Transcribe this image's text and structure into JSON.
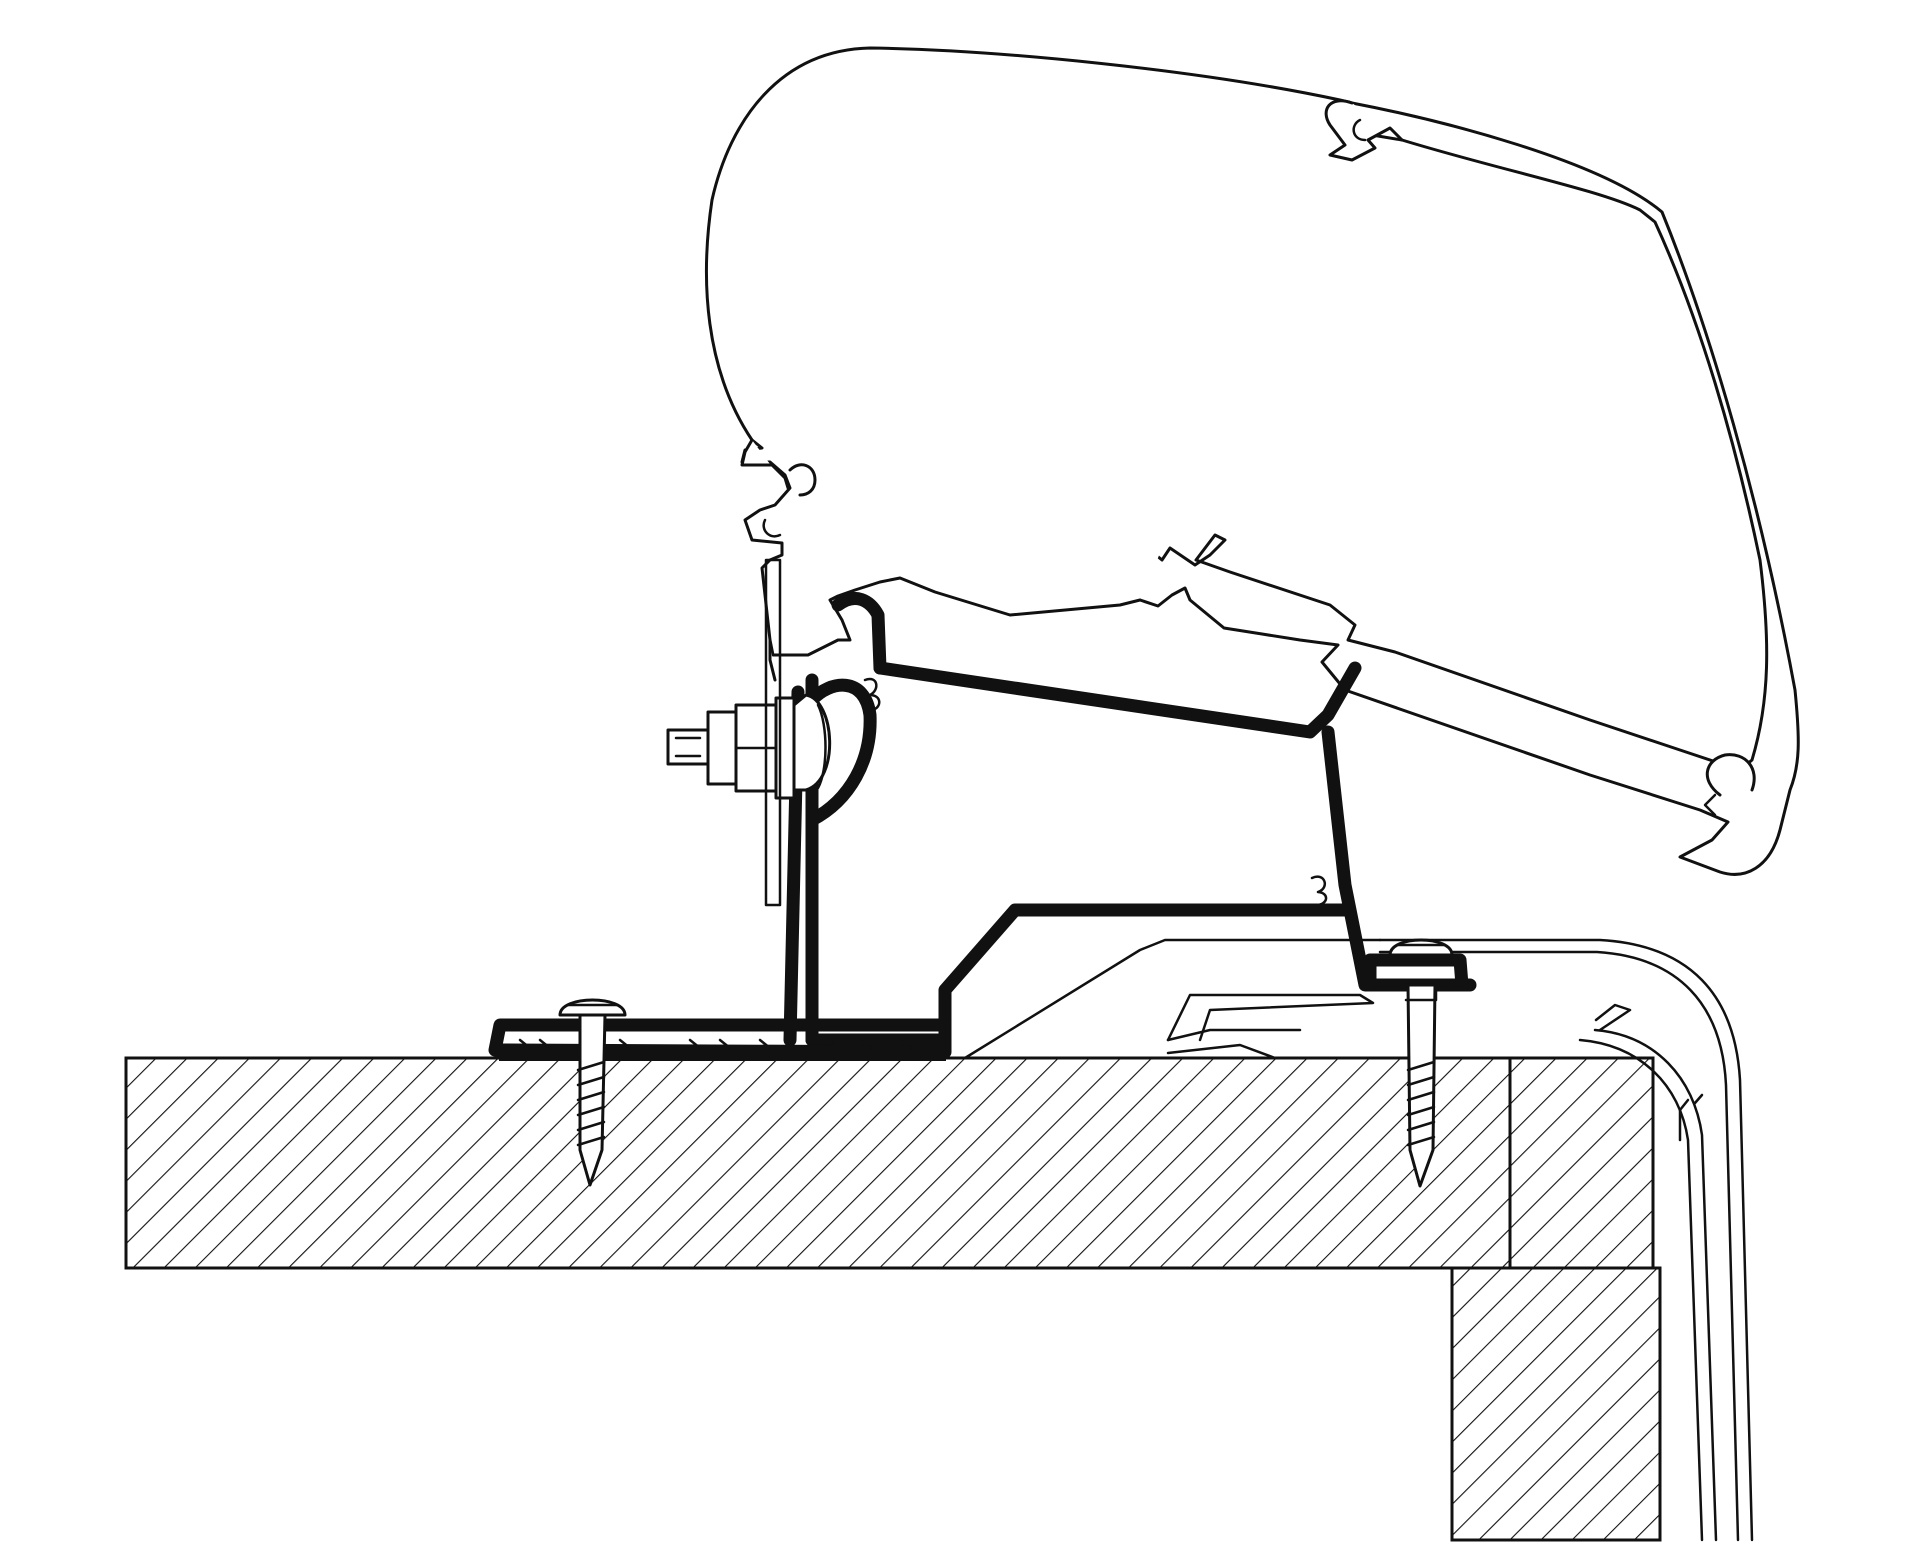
{
  "diagram": {
    "subject": "",
    "colors": {
      "line": "#111111",
      "background": "#ffffff",
      "section_hatch": "#111111"
    },
    "parts": [
      {
        "name": "awning-cassette-profile",
        "style": "outline"
      },
      {
        "name": "adapter-rail-profile",
        "style": "solid-thick"
      },
      {
        "name": "bolt-and-nut",
        "style": "outline"
      },
      {
        "name": "mounting-screw-left",
        "style": "outline"
      },
      {
        "name": "mounting-screw-right",
        "style": "outline"
      },
      {
        "name": "roof-panel-section",
        "style": "hatched"
      },
      {
        "name": "wall-panel-section",
        "style": "hatched"
      },
      {
        "name": "roof-edge-trim",
        "style": "outline"
      }
    ]
  }
}
